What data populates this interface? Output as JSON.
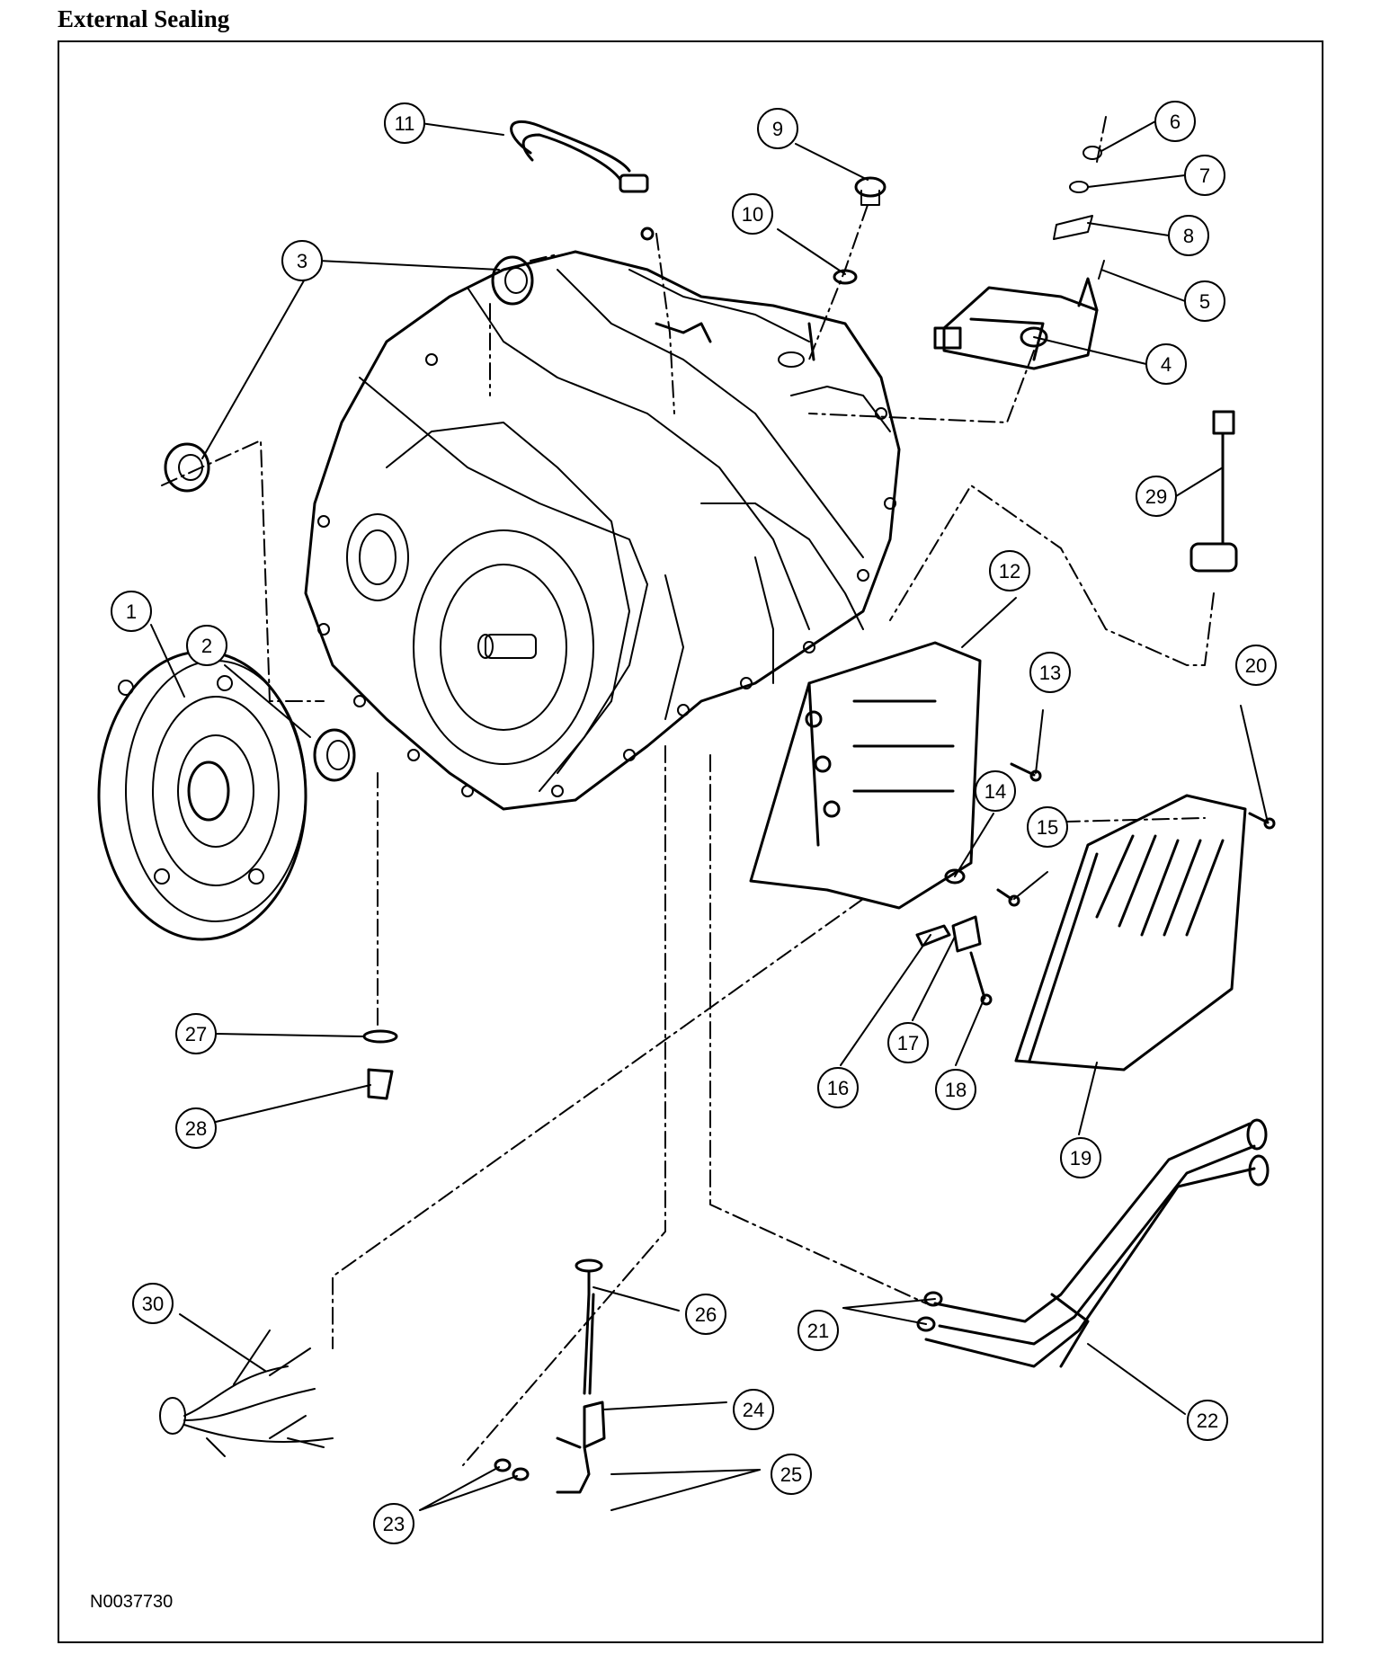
{
  "page": {
    "title": "External Sealing"
  },
  "figure": {
    "id": "N0037730"
  },
  "callouts": [
    {
      "label": "1"
    },
    {
      "label": "2"
    },
    {
      "label": "3"
    },
    {
      "label": "4"
    },
    {
      "label": "5"
    },
    {
      "label": "6"
    },
    {
      "label": "7"
    },
    {
      "label": "8"
    },
    {
      "label": "9"
    },
    {
      "label": "10"
    },
    {
      "label": "11"
    },
    {
      "label": "12"
    },
    {
      "label": "13"
    },
    {
      "label": "14"
    },
    {
      "label": "15"
    },
    {
      "label": "16"
    },
    {
      "label": "17"
    },
    {
      "label": "18"
    },
    {
      "label": "19"
    },
    {
      "label": "20"
    },
    {
      "label": "21"
    },
    {
      "label": "22"
    },
    {
      "label": "23"
    },
    {
      "label": "24"
    },
    {
      "label": "25"
    },
    {
      "label": "26"
    },
    {
      "label": "27"
    },
    {
      "label": "28"
    },
    {
      "label": "29"
    },
    {
      "label": "30"
    }
  ],
  "colors": {
    "ink": "#000000",
    "paper": "#ffffff"
  }
}
